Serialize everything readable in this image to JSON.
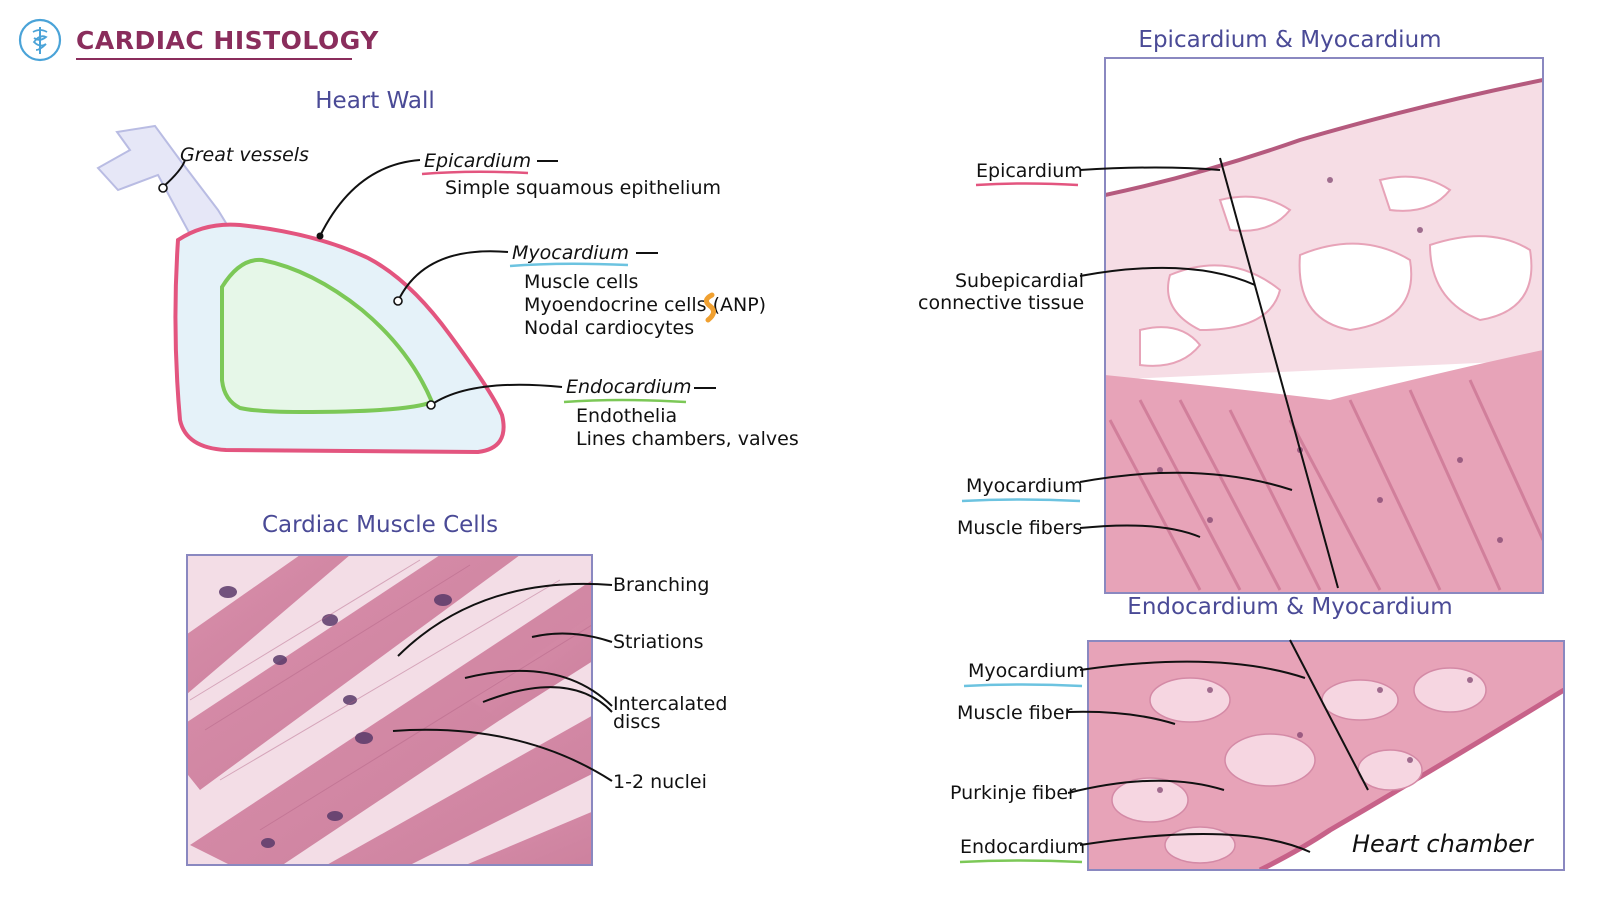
{
  "header": {
    "title": "CARDIAC HISTOLOGY",
    "logo_icon": "caduceus-icon"
  },
  "colors": {
    "title": "#8a2d5c",
    "section_title": "#4a4a96",
    "epicardium_line": "#e3557f",
    "myocardium_line": "#7cc857",
    "myocardium_underline": "#6cc3e0",
    "endocardium_underline": "#7cc857",
    "tissue_pink": "#e7a3b8",
    "frame": "#8a88c0"
  },
  "heart_wall": {
    "title": "Heart Wall",
    "great_vessels": "Great vessels",
    "epicardium": {
      "name": "Epicardium",
      "lines": [
        "Simple squamous epithelium"
      ]
    },
    "myocardium": {
      "name": "Myocardium",
      "lines": [
        "Muscle cells",
        "Myoendocrine cells (",
        "ANP)",
        "Nodal cardiocytes"
      ]
    },
    "endocardium": {
      "name": "Endocardium",
      "lines": [
        "Endothelia",
        "Lines chambers, valves"
      ]
    }
  },
  "muscle_cells": {
    "title": "Cardiac Muscle Cells",
    "labels": {
      "branching": "Branching",
      "striations": "Striations",
      "intercalated_1": "Intercalated",
      "intercalated_2": "discs",
      "nuclei": "1-2 nuclei"
    }
  },
  "epi_myo": {
    "title": "Epicardium & Myocardium",
    "labels": {
      "epicardium": "Epicardium",
      "subepi_1": "Subepicardial",
      "subepi_2": "connective tissue",
      "myocardium": "Myocardium",
      "muscle_fibers": "Muscle fibers"
    }
  },
  "endo_myo": {
    "title": "Endocardium & Myocardium",
    "labels": {
      "myocardium": "Myocardium",
      "muscle_fiber": "Muscle fiber",
      "purkinje": "Purkinje fiber",
      "endocardium": "Endocardium",
      "chamber": "Heart chamber"
    }
  }
}
